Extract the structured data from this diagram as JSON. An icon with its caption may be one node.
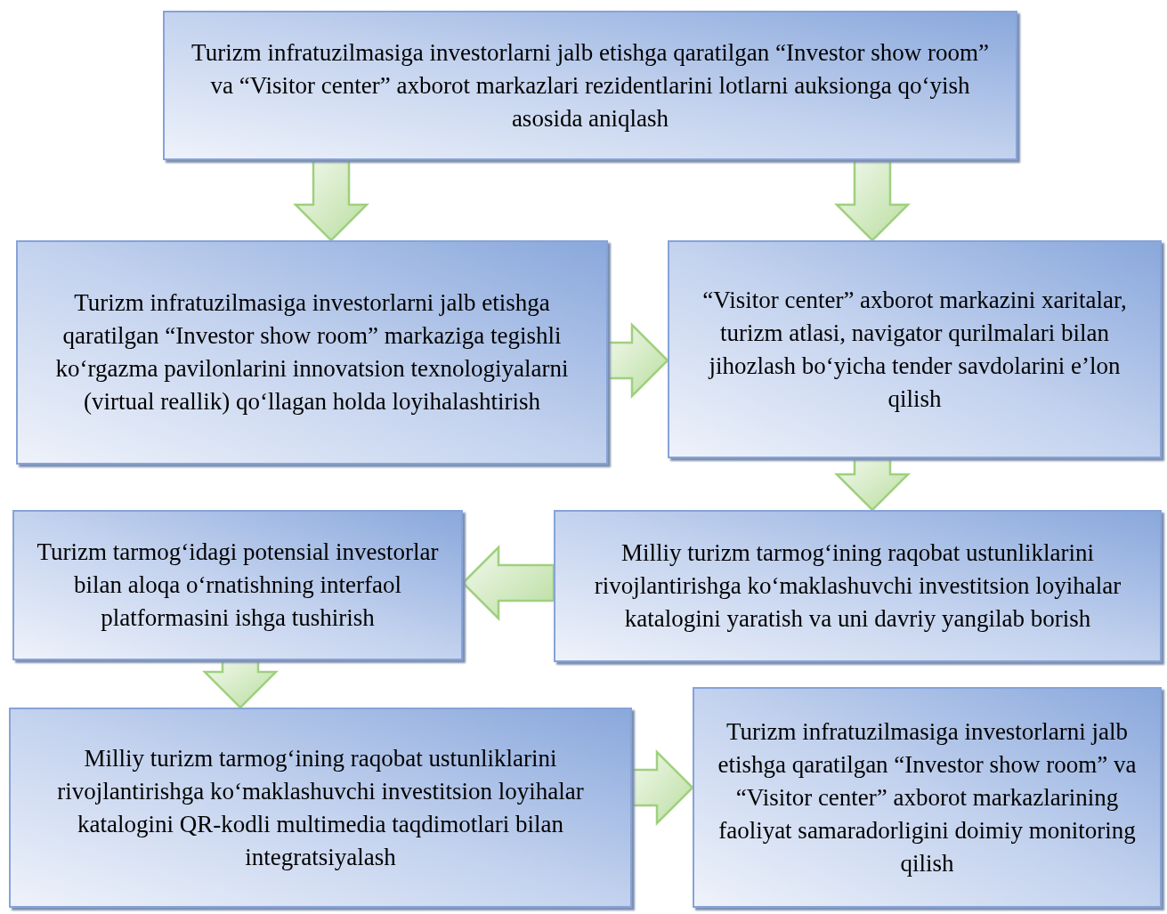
{
  "diagram": {
    "nodes": [
      {
        "text": [
          "Turizm infratuzilmasiga investorlarni jalb etishga qaratilgan “Investor show room” va “Visitor center” axborot markazlari rezidentlarini lotlarni auksionga qo‘yish asosida aniqlash"
        ]
      },
      {
        "text": [
          "Turizm infratuzilmasiga investorlarni jalb etishga qaratilgan “Investor show room” markaziga tegishli ko‘rgazma pavilonlarini innovatsion texnologiyalarni (virtual reallik) qo‘llagan holda loyihalashtirish"
        ]
      },
      {
        "text": [
          "“Visitor center” axborot markazini xaritalar, turizm atlasi, navigator qurilmalari bilan jihozlash bo‘yicha tender savdolarini e’lon qilish"
        ]
      },
      {
        "text": [
          "Turizm tarmog‘idagi potensial investorlar bilan aloqa o‘rnatishning interfaol platformasini ishga tushirish"
        ]
      },
      {
        "text": [
          "Milliy turizm tarmog‘ining raqobat ustunliklarini rivojlantirishga ko‘maklashuvchi investitsion loyihalar katalogini yaratish va uni davriy yangilab borish"
        ]
      },
      {
        "text": [
          "Milliy turizm tarmog‘ining raqobat ustunliklarini rivojlantirishga ko‘maklashuvchi investitsion loyihalar katalogini QR-kodli multimedia taqdimotlari bilan integratsiyalash"
        ]
      },
      {
        "text": [
          "Turizm infratuzilmasiga investorlarni jalb etishga qaratilgan “Investor show room” va “Visitor center” axborot markazlarining faoliyat samaradorligini doimiy monitoring qilish"
        ]
      }
    ],
    "edges": [
      {
        "from": 0,
        "to": 1,
        "arrow": "to"
      },
      {
        "from": 0,
        "to": 2,
        "arrow": "to"
      },
      {
        "from": 1,
        "to": 2,
        "arrow": "to"
      },
      {
        "from": 2,
        "to": 4,
        "arrow": "to"
      },
      {
        "from": 4,
        "to": 3,
        "arrow": "to"
      },
      {
        "from": 3,
        "to": 5,
        "arrow": "to"
      },
      {
        "from": 5,
        "to": 6,
        "arrow": "to"
      }
    ]
  }
}
